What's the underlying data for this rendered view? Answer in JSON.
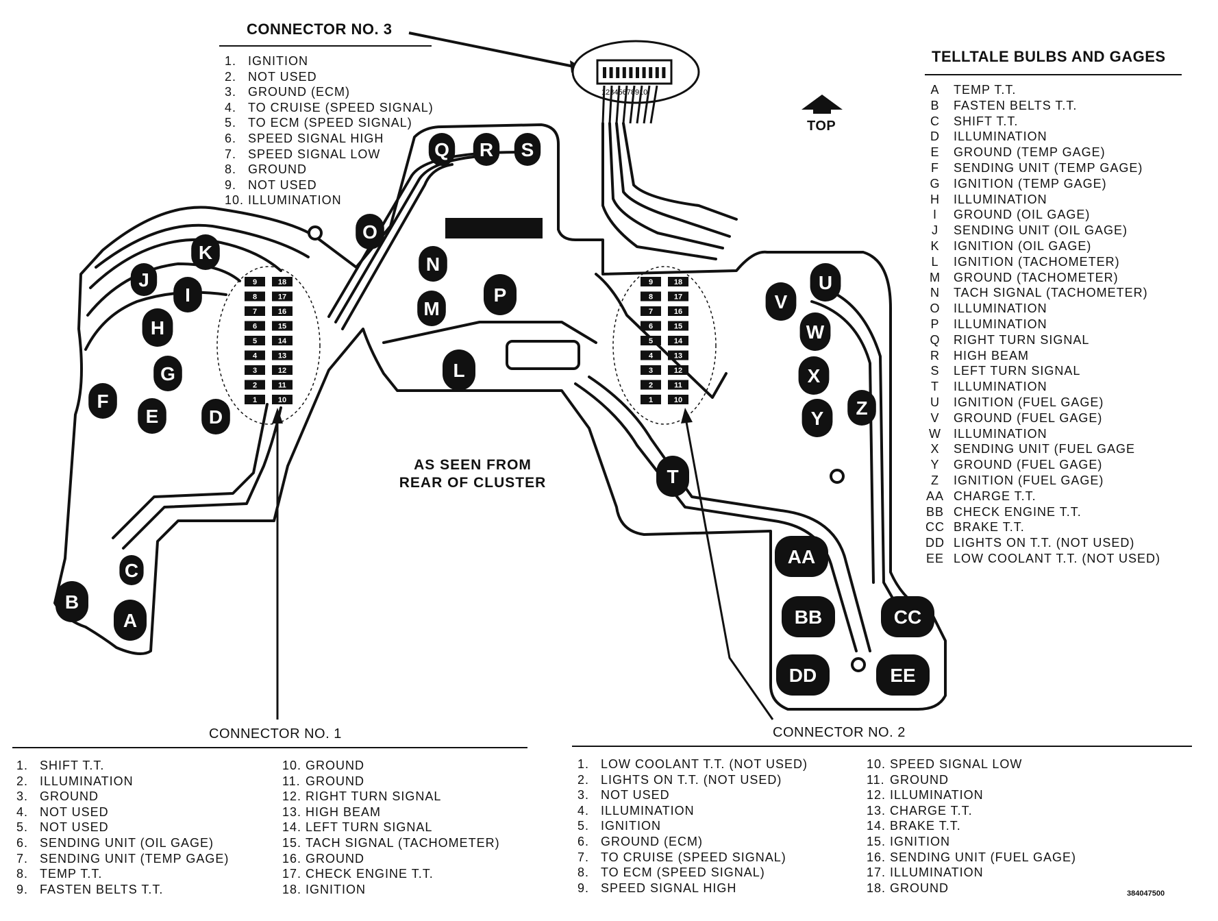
{
  "connector3": {
    "title": "CONNECTOR NO. 3",
    "items": [
      {
        "num": "1.",
        "label": "IGNITION"
      },
      {
        "num": "2.",
        "label": "NOT USED"
      },
      {
        "num": "3.",
        "label": "GROUND (ECM)"
      },
      {
        "num": "4.",
        "label": "TO CRUISE (SPEED SIGNAL)"
      },
      {
        "num": "5.",
        "label": "TO ECM (SPEED SIGNAL)"
      },
      {
        "num": "6.",
        "label": "SPEED SIGNAL HIGH"
      },
      {
        "num": "7.",
        "label": "SPEED SIGNAL LOW"
      },
      {
        "num": "8.",
        "label": "GROUND"
      },
      {
        "num": "9.",
        "label": "NOT USED"
      },
      {
        "num": "10.",
        "label": "ILLUMINATION"
      }
    ],
    "pin_strip": "12345678910"
  },
  "telltale": {
    "title": "TELLTALE BULBS AND GAGES",
    "items": [
      {
        "code": "A",
        "label": "TEMP T.T."
      },
      {
        "code": "B",
        "label": "FASTEN BELTS T.T."
      },
      {
        "code": "C",
        "label": "SHIFT T.T."
      },
      {
        "code": "D",
        "label": "ILLUMINATION"
      },
      {
        "code": "E",
        "label": "GROUND (TEMP GAGE)"
      },
      {
        "code": "F",
        "label": "SENDING UNIT (TEMP GAGE)"
      },
      {
        "code": "G",
        "label": "IGNITION (TEMP GAGE)"
      },
      {
        "code": "H",
        "label": "ILLUMINATION"
      },
      {
        "code": "I",
        "label": "GROUND (OIL GAGE)"
      },
      {
        "code": "J",
        "label": "SENDING UNIT (OIL GAGE)"
      },
      {
        "code": "K",
        "label": "IGNITION (OIL GAGE)"
      },
      {
        "code": "L",
        "label": "IGNITION (TACHOMETER)"
      },
      {
        "code": "M",
        "label": "GROUND (TACHOMETER)"
      },
      {
        "code": "N",
        "label": "TACH SIGNAL (TACHOMETER)"
      },
      {
        "code": "O",
        "label": "ILLUMINATION"
      },
      {
        "code": "P",
        "label": "ILLUMINATION"
      },
      {
        "code": "Q",
        "label": "RIGHT TURN SIGNAL"
      },
      {
        "code": "R",
        "label": "HIGH BEAM"
      },
      {
        "code": "S",
        "label": "LEFT TURN SIGNAL"
      },
      {
        "code": "T",
        "label": "ILLUMINATION"
      },
      {
        "code": "U",
        "label": "IGNITION (FUEL GAGE)"
      },
      {
        "code": "V",
        "label": "GROUND (FUEL GAGE)"
      },
      {
        "code": "W",
        "label": "ILLUMINATION"
      },
      {
        "code": "X",
        "label": "SENDING UNIT (FUEL GAGE"
      },
      {
        "code": "Y",
        "label": "GROUND (FUEL GAGE)"
      },
      {
        "code": "Z",
        "label": "IGNITION (FUEL GAGE)"
      },
      {
        "code": "AA",
        "label": "CHARGE T.T."
      },
      {
        "code": "BB",
        "label": "CHECK ENGINE T.T."
      },
      {
        "code": "CC",
        "label": "BRAKE T.T."
      },
      {
        "code": "DD",
        "label": "LIGHTS ON T.T. (NOT USED)"
      },
      {
        "code": "EE",
        "label": "LOW COOLANT T.T. (NOT USED)"
      }
    ]
  },
  "top_label": "TOP",
  "caption": {
    "line1": "AS SEEN FROM",
    "line2": "REAR OF CLUSTER"
  },
  "connector1": {
    "title": "CONNECTOR NO. 1",
    "col1": [
      {
        "num": "1.",
        "label": "SHIFT T.T."
      },
      {
        "num": "2.",
        "label": "ILLUMINATION"
      },
      {
        "num": "3.",
        "label": "GROUND"
      },
      {
        "num": "4.",
        "label": "NOT USED"
      },
      {
        "num": "5.",
        "label": "NOT USED"
      },
      {
        "num": "6.",
        "label": "SENDING UNIT (OIL GAGE)"
      },
      {
        "num": "7.",
        "label": "SENDING UNIT (TEMP GAGE)"
      },
      {
        "num": "8.",
        "label": "TEMP T.T."
      },
      {
        "num": "9.",
        "label": "FASTEN BELTS T.T."
      }
    ],
    "col2": [
      {
        "num": "10.",
        "label": "GROUND"
      },
      {
        "num": "11.",
        "label": "GROUND"
      },
      {
        "num": "12.",
        "label": "RIGHT TURN SIGNAL"
      },
      {
        "num": "13.",
        "label": "HIGH BEAM"
      },
      {
        "num": "14.",
        "label": "LEFT TURN SIGNAL"
      },
      {
        "num": "15.",
        "label": "TACH SIGNAL (TACHOMETER)"
      },
      {
        "num": "16.",
        "label": "GROUND"
      },
      {
        "num": "17.",
        "label": "CHECK ENGINE T.T."
      },
      {
        "num": "18.",
        "label": "IGNITION"
      }
    ]
  },
  "connector2": {
    "title": "CONNECTOR NO. 2",
    "col1": [
      {
        "num": "1.",
        "label": "LOW COOLANT T.T. (NOT USED)"
      },
      {
        "num": "2.",
        "label": "LIGHTS ON T.T. (NOT USED)"
      },
      {
        "num": "3.",
        "label": "NOT USED"
      },
      {
        "num": "4.",
        "label": "ILLUMINATION"
      },
      {
        "num": "5.",
        "label": "IGNITION"
      },
      {
        "num": "6.",
        "label": "GROUND (ECM)"
      },
      {
        "num": "7.",
        "label": "TO CRUISE (SPEED SIGNAL)"
      },
      {
        "num": "8.",
        "label": "TO ECM (SPEED SIGNAL)"
      },
      {
        "num": "9.",
        "label": "SPEED SIGNAL HIGH"
      }
    ],
    "col2": [
      {
        "num": "10.",
        "label": "SPEED SIGNAL LOW"
      },
      {
        "num": "11.",
        "label": "GROUND"
      },
      {
        "num": "12.",
        "label": "ILLUMINATION"
      },
      {
        "num": "13.",
        "label": "CHARGE T.T."
      },
      {
        "num": "14.",
        "label": "BRAKE T.T."
      },
      {
        "num": "15.",
        "label": "IGNITION"
      },
      {
        "num": "16.",
        "label": "SENDING UNIT (FUEL GAGE)"
      },
      {
        "num": "17.",
        "label": "ILLUMINATION"
      },
      {
        "num": "18.",
        "label": "GROUND"
      }
    ]
  },
  "diagram_code": "384047500",
  "pads": [
    "A",
    "B",
    "C",
    "D",
    "E",
    "F",
    "G",
    "H",
    "I",
    "J",
    "K",
    "L",
    "M",
    "N",
    "O",
    "P",
    "Q",
    "R",
    "S",
    "T",
    "U",
    "V",
    "W",
    "X",
    "Y",
    "Z",
    "AA",
    "BB",
    "CC",
    "DD",
    "EE"
  ],
  "connector_pins_left": [
    "1",
    "2",
    "3",
    "4",
    "5",
    "6",
    "7",
    "8",
    "9"
  ],
  "connector_pins_right": [
    "10",
    "11",
    "12",
    "13",
    "14",
    "15",
    "16",
    "17",
    "18"
  ]
}
